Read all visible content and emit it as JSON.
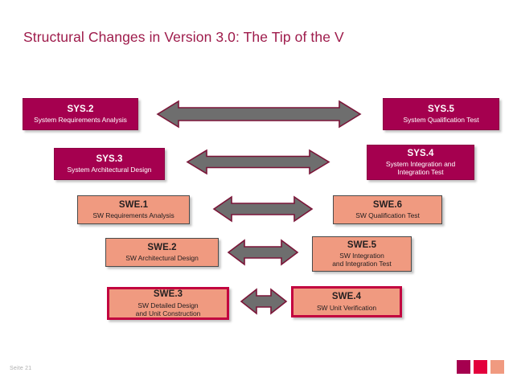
{
  "slide": {
    "title": "Structural Changes in Version 3.0: The Tip of the V",
    "footer_page": "Seite 21"
  },
  "colors": {
    "title_text": "#9E1B4B",
    "sys_fill": "#A5004F",
    "swe_fill": "#F09A80",
    "highlight_border": "#C2043F",
    "arrow_fill": "#6E6E6E",
    "arrow_stroke": "#7B1538",
    "swatch_1": "#A5004F",
    "swatch_2": "#E3003C",
    "swatch_3": "#F09A80"
  },
  "left_column": [
    {
      "code": "SYS.2",
      "desc": "System Requirements Analysis",
      "level": "sys",
      "highlight": false
    },
    {
      "code": "SYS.3",
      "desc": "System Architectural Design",
      "level": "sys",
      "highlight": false
    },
    {
      "code": "SWE.1",
      "desc": "SW Requirements Analysis",
      "level": "swe",
      "highlight": false
    },
    {
      "code": "SWE.2",
      "desc": "SW Architectural Design",
      "level": "swe",
      "highlight": false
    },
    {
      "code": "SWE.3",
      "desc": "SW Detailed Design\nand Unit Construction",
      "level": "swe",
      "highlight": true
    }
  ],
  "right_column": [
    {
      "code": "SYS.5",
      "desc": "System  Qualification Test",
      "level": "sys",
      "highlight": false
    },
    {
      "code": "SYS.4",
      "desc": "System Integration and\nIntegration Test",
      "level": "sys",
      "highlight": false
    },
    {
      "code": "SWE.6",
      "desc": "SW Qualification Test",
      "level": "swe",
      "highlight": false
    },
    {
      "code": "SWE.5",
      "desc": "SW Integration\nand Integration Test",
      "level": "swe",
      "highlight": false
    },
    {
      "code": "SWE.4",
      "desc": "SW Unit Verification",
      "level": "swe",
      "highlight": true
    }
  ],
  "arrows": [
    {
      "name": "arrow-sys2-sys5",
      "direction": "bidirectional"
    },
    {
      "name": "arrow-sys3-sys4",
      "direction": "bidirectional"
    },
    {
      "name": "arrow-swe1-swe6",
      "direction": "bidirectional"
    },
    {
      "name": "arrow-swe2-swe5",
      "direction": "bidirectional"
    },
    {
      "name": "arrow-swe3-swe4",
      "direction": "bidirectional"
    }
  ]
}
